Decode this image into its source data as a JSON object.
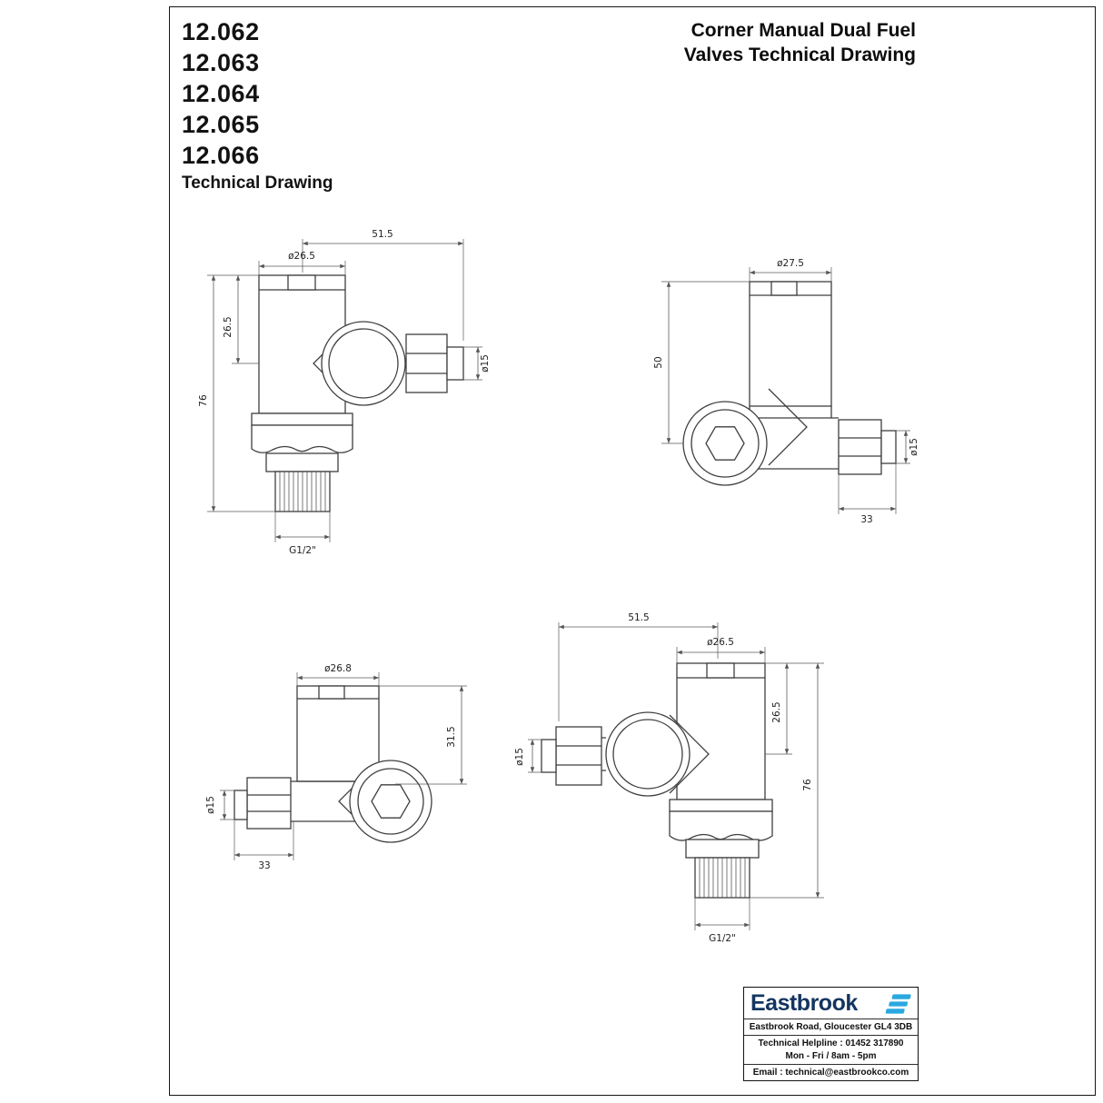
{
  "header": {
    "codes": [
      "12.062",
      "12.063",
      "12.064",
      "12.065",
      "12.066"
    ],
    "codes_caption": "Technical Drawing",
    "title_line1": "Corner Manual Dual Fuel",
    "title_line2": "Valves Technical Drawing"
  },
  "drawings": {
    "valve_top_left": {
      "dims": {
        "overall_width": "51.5",
        "head_dia": "ø26.5",
        "head_height": "26.5",
        "overall_height": "76",
        "pipe_dia": "ø15",
        "thread": "G1/2\""
      }
    },
    "valve_top_right": {
      "dims": {
        "head_dia": "ø27.5",
        "head_height": "50",
        "pipe_dia": "ø15",
        "length": "33"
      }
    },
    "valve_bottom_left": {
      "dims": {
        "head_dia": "ø26.8",
        "head_height": "31.5",
        "pipe_dia": "ø15",
        "length": "33"
      }
    },
    "valve_bottom_right": {
      "dims": {
        "overall_width": "51.5",
        "head_dia": "ø26.5",
        "head_height": "26.5",
        "overall_height": "76",
        "pipe_dia": "ø15",
        "thread": "G1/2\""
      }
    }
  },
  "footer": {
    "brand": "Eastbrook",
    "address": "Eastbrook Road, Gloucester GL4 3DB",
    "helpline": "Technical Helpline : 01452 317890",
    "hours": "Mon - Fri / 8am - 5pm",
    "email": "Email : technical@eastbrookco.com"
  },
  "colors": {
    "brand_navy": "#14355f",
    "logo_cyan": "#2aa9e0",
    "drawing_line": "#3f3f3f"
  }
}
